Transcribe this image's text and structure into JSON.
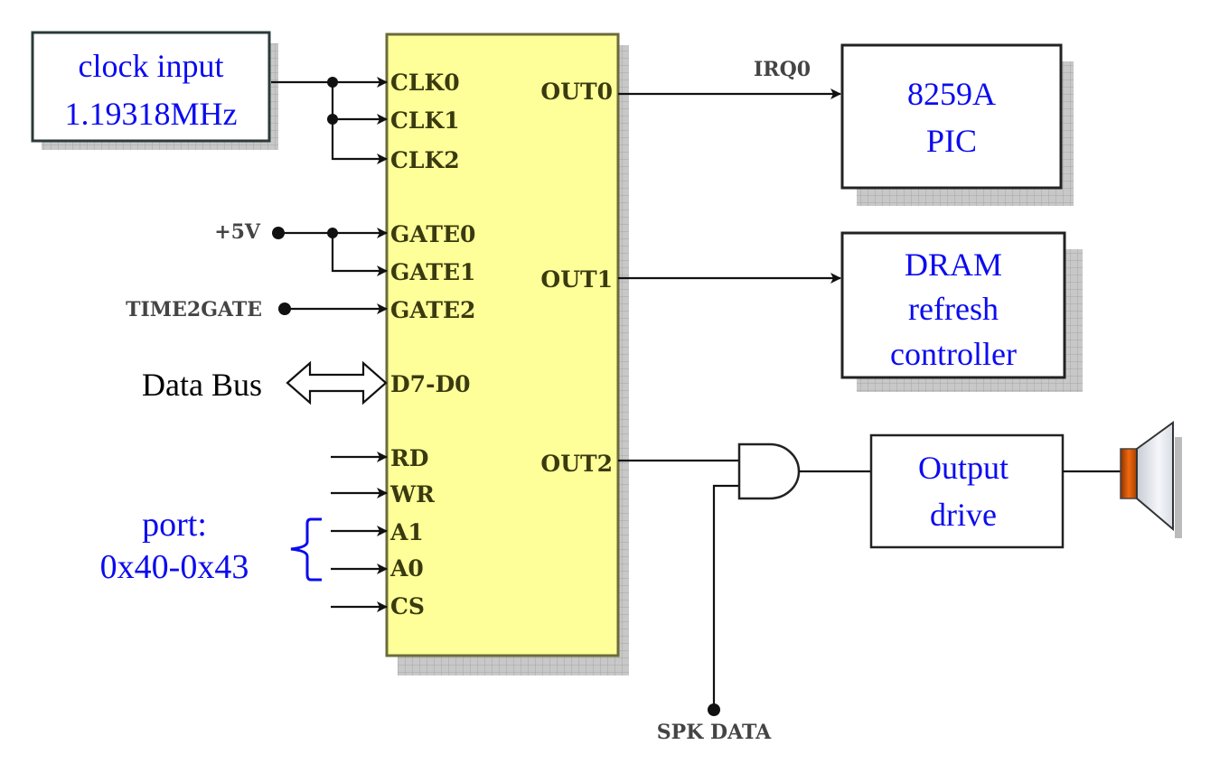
{
  "diagram": {
    "title": "8253/8254 PIT connection diagram",
    "clock_box": {
      "line1": "clock input",
      "line2": "1.19318MHz"
    },
    "chip": {
      "left_pins": [
        "CLK0",
        "CLK1",
        "CLK2",
        "GATE0",
        "GATE1",
        "GATE2",
        "D7-D0",
        "RD",
        "WR",
        "A1",
        "A0",
        "CS"
      ],
      "right_pins": [
        "OUT0",
        "OUT1",
        "OUT2"
      ],
      "fill_color": "#ffff99"
    },
    "inputs": {
      "vcc": "+5V",
      "gate2_source": "TIME2GATE",
      "data_bus": "Data Bus",
      "port_label_line1": "port:",
      "port_label_line2": "0x40-0x43"
    },
    "outputs": {
      "irq_label": "IRQ0",
      "pic_box": {
        "line1": "8259A",
        "line2": "PIC"
      },
      "dram_box": {
        "line1": "DRAM",
        "line2": "refresh",
        "line3": "controller"
      },
      "driver_box": {
        "line1": "Output",
        "line2": "drive"
      },
      "spk_data": "SPK DATA"
    },
    "colors": {
      "label_blue": "#0b0bf0",
      "speaker_orange": "#d35400"
    }
  }
}
